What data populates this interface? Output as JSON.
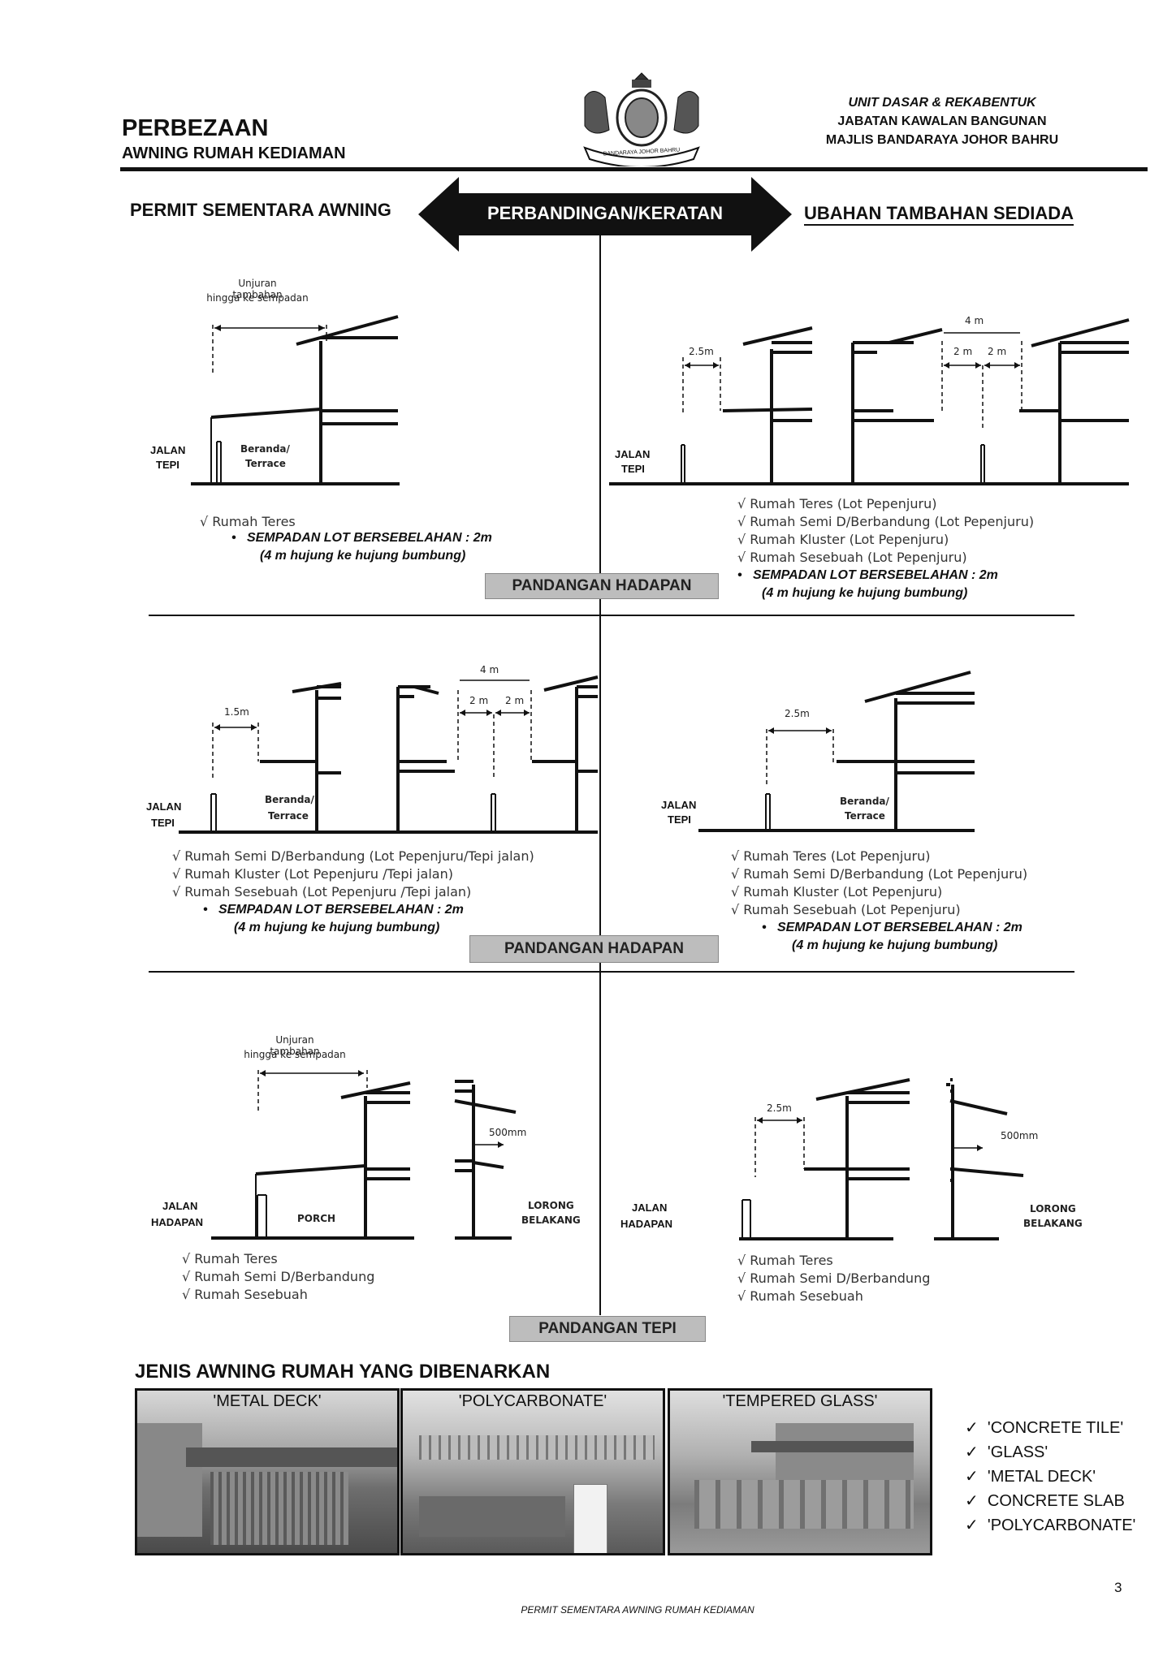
{
  "header": {
    "title": "PERBEZAAN",
    "subtitle": "AWNING RUMAH KEDIAMAN",
    "unit": "UNIT DASAR & REKABENTUK",
    "department": "JABATAN KAWALAN BANGUNAN",
    "council": "MAJLIS BANDARAYA JOHOR BAHRU",
    "seal_text": "BANDARAYA JOHOR BAHRU"
  },
  "columns": {
    "left": "PERMIT SEMENTARA AWNING",
    "center": "PERBANDINGAN/KERATAN",
    "right": "UBAHAN TAMBAHAN SEDIADA"
  },
  "labels": {
    "unjuran": "Unjuran tambahan",
    "unjuran2": "hingga ke sempadan",
    "jalan": "JALAN",
    "tepi": "TEPI",
    "hadapan": "HADAPAN",
    "beranda": "Beranda/",
    "terrace": "Terrace",
    "porch": "PORCH",
    "lorong": "LORONG",
    "belakang": "BELAKANG",
    "dim_4m": "4 m",
    "dim_2m": "2 m",
    "dim_25m": "2.5m",
    "dim_15m": "1.5m",
    "dim_500": "500mm"
  },
  "section1": {
    "left_list": [
      "√  Rumah Teres"
    ],
    "left_note1": "SEMPADAN LOT BERSEBELAHAN : 2m",
    "left_note2": "(4 m hujung ke hujung bumbung)",
    "right_list": [
      "√  Rumah Teres (Lot Pepenjuru)",
      "√  Rumah Semi D/Berbandung (Lot Pepenjuru)",
      "√  Rumah Kluster (Lot Pepenjuru)",
      "√  Rumah Sesebuah (Lot Pepenjuru)"
    ],
    "right_note1": "SEMPADAN LOT BERSEBELAHAN : 2m",
    "right_note2": "(4 m hujung ke hujung bumbung)",
    "banner": "PANDANGAN HADAPAN"
  },
  "section2": {
    "left_list": [
      "√  Rumah Semi D/Berbandung (Lot Pepenjuru/Tepi jalan)",
      "√  Rumah Kluster (Lot Pepenjuru /Tepi jalan)",
      "√  Rumah Sesebuah (Lot Pepenjuru /Tepi jalan)"
    ],
    "left_note1": "SEMPADAN LOT BERSEBELAHAN : 2m",
    "left_note2": "(4 m hujung ke hujung bumbung)",
    "right_list": [
      "√  Rumah Teres (Lot Pepenjuru)",
      "√  Rumah Semi D/Berbandung (Lot Pepenjuru)",
      "√  Rumah Kluster (Lot Pepenjuru)",
      "√  Rumah Sesebuah (Lot Pepenjuru)"
    ],
    "right_note1": "SEMPADAN LOT BERSEBELAHAN : 2m",
    "right_note2": "(4 m hujung ke hujung bumbung)",
    "banner": "PANDANGAN HADAPAN"
  },
  "section3": {
    "left_list": [
      "√  Rumah Teres",
      "√  Rumah Semi D/Berbandung",
      "√  Rumah Sesebuah"
    ],
    "right_list": [
      "√  Rumah Teres",
      "√  Rumah Semi D/Berbandung",
      "√  Rumah Sesebuah"
    ],
    "banner": "PANDANGAN TEPI"
  },
  "types": {
    "heading": "JENIS AWNING RUMAH YANG DIBENARKAN",
    "photos": [
      "'METAL DECK'",
      "'POLYCARBONATE'",
      "'TEMPERED GLASS'"
    ],
    "checklist": [
      "'CONCRETE TILE'",
      "'GLASS'",
      "'METAL DECK'",
      "CONCRETE SLAB",
      "'POLYCARBONATE'"
    ]
  },
  "footer": {
    "page_number": "3",
    "caption": "PERMIT SEMENTARA AWNING RUMAH KEDIAMAN"
  }
}
